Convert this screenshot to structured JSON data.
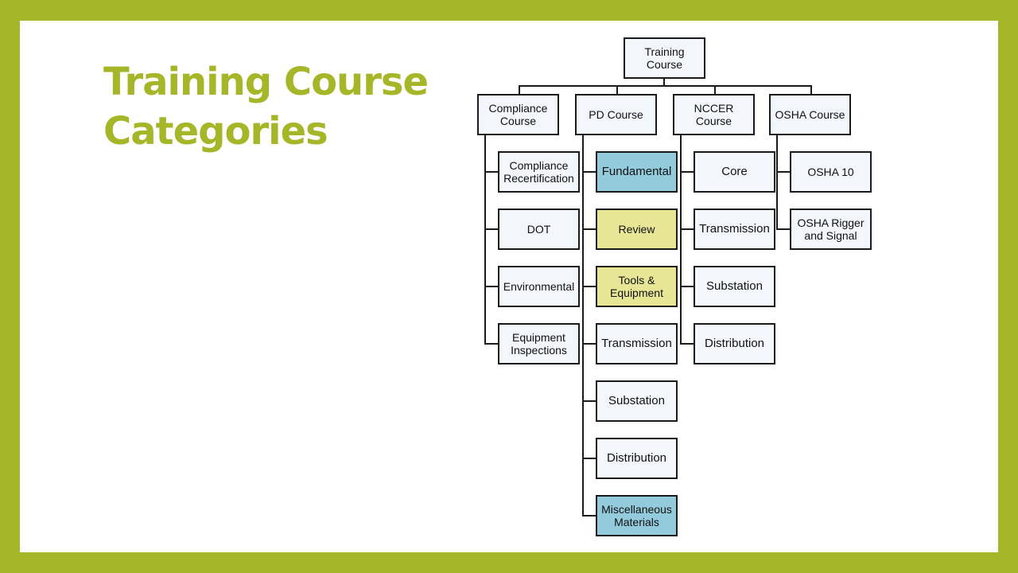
{
  "title": "Training Course\nCategories",
  "colors": {
    "frame": "#a5b728",
    "title": "#a5b728",
    "box_fill": "#f3f6fb",
    "highlight_blue": "#94cbdc",
    "highlight_yellow": "#e6e696",
    "line": "#1a1a1a"
  },
  "org_chart": {
    "root": "Training Course",
    "categories": [
      {
        "label": "Compliance\nCourse",
        "children": [
          {
            "label": "Compliance\nRecertification",
            "highlight": ""
          },
          {
            "label": "DOT",
            "highlight": ""
          },
          {
            "label": "Environmental",
            "highlight": ""
          },
          {
            "label": "Equipment\nInspections",
            "highlight": ""
          }
        ]
      },
      {
        "label": "PD Course",
        "children": [
          {
            "label": "Fundamental",
            "highlight": "blue"
          },
          {
            "label": "Review",
            "highlight": "yellow"
          },
          {
            "label": "Tools &\nEquipment",
            "highlight": "yellow"
          },
          {
            "label": "Transmission",
            "highlight": ""
          },
          {
            "label": "Substation",
            "highlight": ""
          },
          {
            "label": "Distribution",
            "highlight": ""
          },
          {
            "label": "Miscellaneous\nMaterials",
            "highlight": "blue"
          }
        ]
      },
      {
        "label": "NCCER Course",
        "children": [
          {
            "label": "Core",
            "highlight": ""
          },
          {
            "label": "Transmission",
            "highlight": ""
          },
          {
            "label": "Substation",
            "highlight": ""
          },
          {
            "label": "Distribution",
            "highlight": ""
          }
        ]
      },
      {
        "label": "OSHA Course",
        "children": [
          {
            "label": "OSHA 10",
            "highlight": ""
          },
          {
            "label": "OSHA Rigger\nand Signal",
            "highlight": ""
          }
        ]
      }
    ]
  }
}
